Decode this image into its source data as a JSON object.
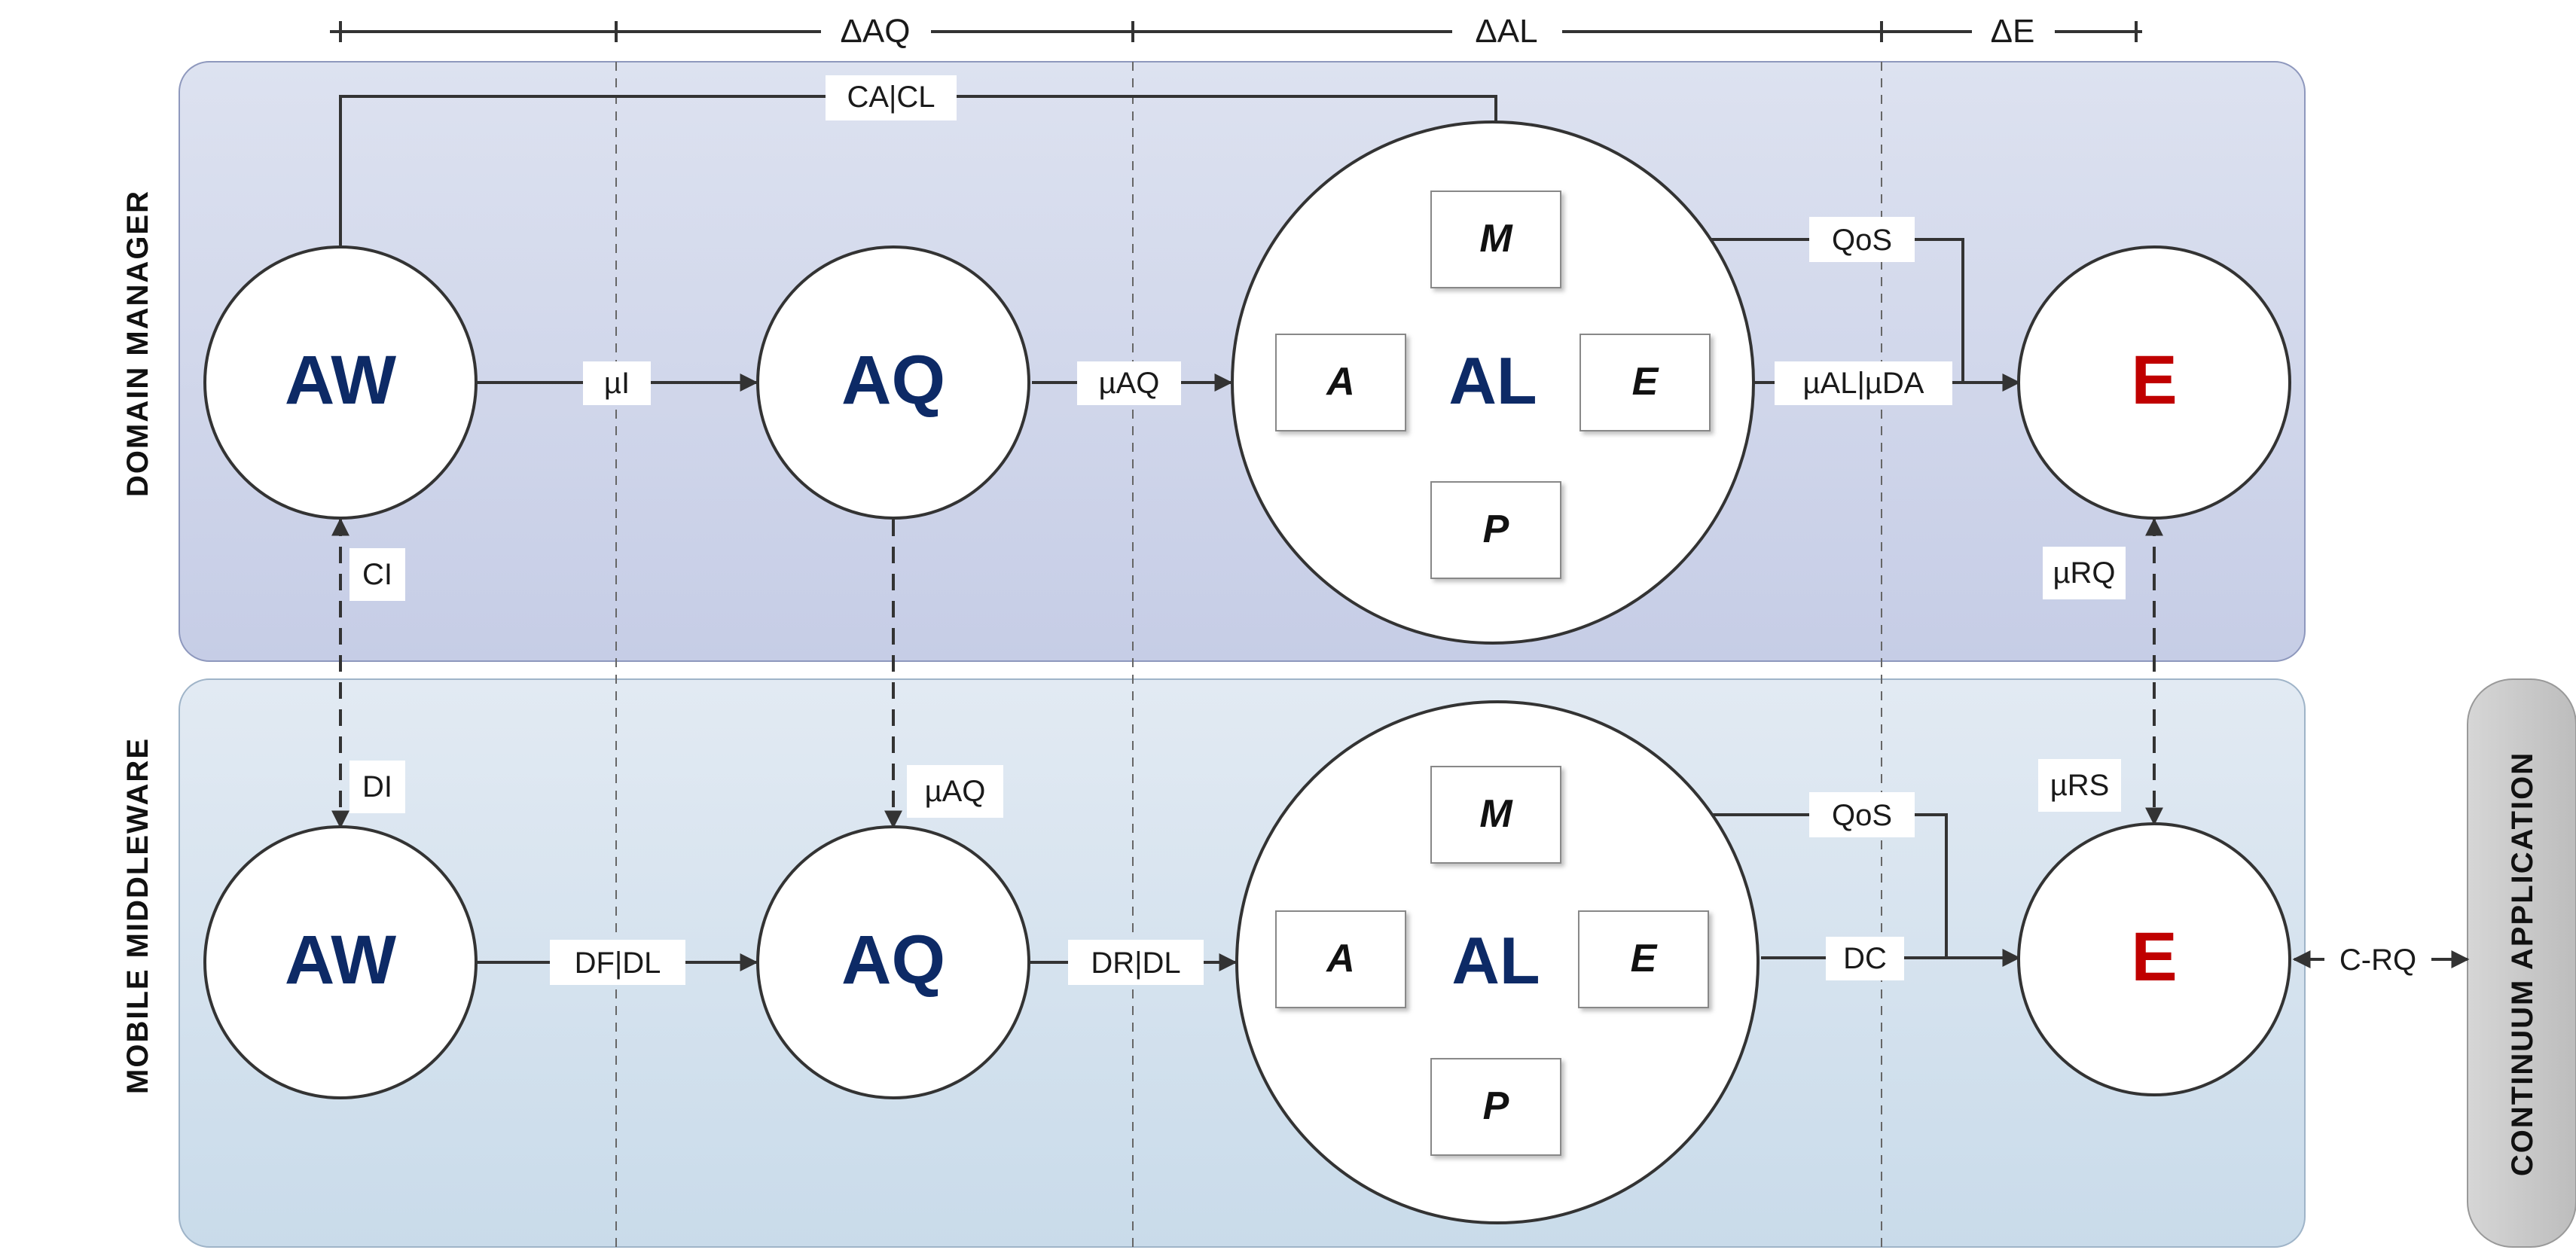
{
  "timeline": {
    "delta_aq": "ΔAQ",
    "delta_al": "ΔAL",
    "delta_e": "ΔE"
  },
  "lanes": {
    "top": "DOMAIN MANAGER",
    "bottom": "MOBILE MIDDLEWARE",
    "side": "CONTINUUM APPLICATION"
  },
  "top_nodes": {
    "aw": "AW",
    "aq": "AQ",
    "al": "AL",
    "e": "E"
  },
  "bottom_nodes": {
    "aw": "AW",
    "aq": "AQ",
    "al": "AL",
    "e": "E"
  },
  "top_loop": {
    "m": "M",
    "a": "A",
    "e": "E",
    "p": "P"
  },
  "bottom_loop": {
    "m": "M",
    "a": "A",
    "e": "E",
    "p": "P"
  },
  "top_edges": {
    "ca_cl": "CA|CL",
    "mu_i": "µI",
    "mu_aq": "µAQ",
    "qos": "QoS",
    "mu_al_mu_da": "µAL|µDA"
  },
  "bottom_edges": {
    "df_dl": "DF|DL",
    "dr_dl": "DR|DL",
    "qos": "QoS",
    "dc": "DC",
    "c_rq": "C-RQ"
  },
  "vertical_edges": {
    "ci": "CI",
    "di": "DI",
    "mu_aq": "µAQ",
    "mu_rq": "µRQ",
    "mu_rs": "µRS"
  },
  "colors": {
    "top_lane_fill_top": "#dde2f0",
    "top_lane_fill_bottom": "#c6cde6",
    "bottom_lane_fill_top": "#e2eaf3",
    "bottom_lane_fill_bottom": "#c9dbea",
    "node_text": "#0d2a66",
    "effector_text": "#c00000",
    "side_panel": "#c8c8c8"
  }
}
